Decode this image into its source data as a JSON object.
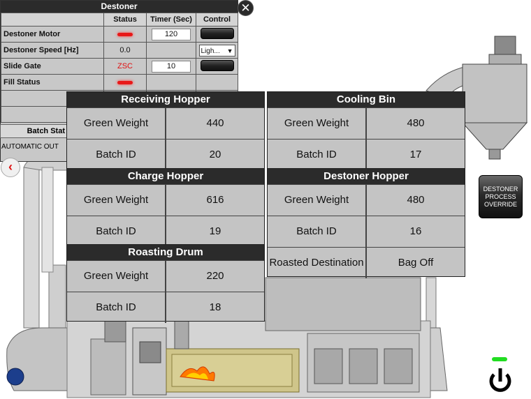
{
  "destoner": {
    "title": "Destoner",
    "headers": [
      "",
      "Status",
      "Timer (Sec)",
      "Control"
    ],
    "rows": {
      "motor": {
        "label": "Destoner Motor",
        "timer": "120"
      },
      "speed": {
        "label": "Destoner Speed [Hz]",
        "status": "0.0",
        "select_value": "Ligh...",
        "select_arrow": "▼"
      },
      "gate": {
        "label": "Slide Gate",
        "status": "ZSC",
        "timer": "10"
      },
      "fill": {
        "label": "Fill Status"
      }
    },
    "batch_status": "Batch Stat",
    "automatic_out": "AUTOMATIC OUT",
    "close_glyph": "✕",
    "back_glyph": "‹"
  },
  "receiving_hopper": {
    "title": "Receiving Hopper",
    "green_weight_label": "Green Weight",
    "green_weight": "440",
    "batch_id_label": "Batch ID",
    "batch_id": "20"
  },
  "charge_hopper": {
    "title": "Charge Hopper",
    "green_weight_label": "Green Weight",
    "green_weight": "616",
    "batch_id_label": "Batch ID",
    "batch_id": "19"
  },
  "roasting_drum": {
    "title": "Roasting Drum",
    "green_weight_label": "Green Weight",
    "green_weight": "220",
    "batch_id_label": "Batch ID",
    "batch_id": "18"
  },
  "cooling_bin": {
    "title": "Cooling Bin",
    "green_weight_label": "Green Weight",
    "green_weight": "480",
    "batch_id_label": "Batch ID",
    "batch_id": "17"
  },
  "destoner_hopper": {
    "title": "Destoner Hopper",
    "green_weight_label": "Green Weight",
    "green_weight": "480",
    "batch_id_label": "Batch ID",
    "batch_id": "16",
    "roasted_destination_label": "Roasted Destination",
    "roasted_destination": "Bag Off"
  },
  "override_button": {
    "line1": "DESTONER",
    "line2": "PROCESS",
    "line3": "OVERRIDE"
  },
  "icons": {
    "close": "close-icon",
    "back": "chevron-left-icon",
    "power": "power-icon"
  },
  "colors": {
    "status_red": "#e81818",
    "power_led": "#22dd22",
    "panel_header": "#2b2b2b",
    "panel_body": "#c4c4c4"
  }
}
